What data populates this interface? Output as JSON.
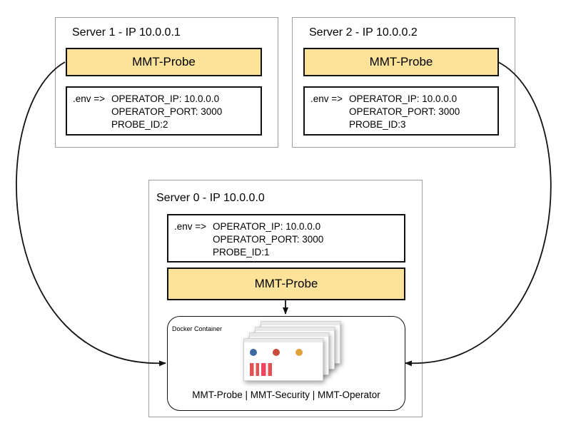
{
  "servers": {
    "s1": {
      "title": "Server 1 - IP 10.0.0.1",
      "probe": "MMT-Probe",
      "env": {
        "prefix": ".env =>",
        "operator_ip": "OPERATOR_IP: 10.0.0.0",
        "operator_port": "OPERATOR_PORT: 3000",
        "probe_id": "PROBE_ID:2"
      }
    },
    "s2": {
      "title": "Server 2 - IP 10.0.0.2",
      "probe": "MMT-Probe",
      "env": {
        "prefix": ".env =>",
        "operator_ip": "OPERATOR_IP: 10.0.0.0",
        "operator_port": "OPERATOR_PORT: 3000",
        "probe_id": "PROBE_ID:3"
      }
    },
    "s0": {
      "title": "Server 0 - IP 10.0.0.0",
      "probe": "MMT-Probe",
      "env": {
        "prefix": ".env =>",
        "operator_ip": "OPERATOR_IP: 10.0.0.0",
        "operator_port": "OPERATOR_PORT: 3000",
        "probe_id": "PROBE_ID:1"
      },
      "docker": {
        "label": "Docker Container",
        "caption": "MMT-Probe | MMT-Security | MMT-Operator"
      }
    }
  }
}
